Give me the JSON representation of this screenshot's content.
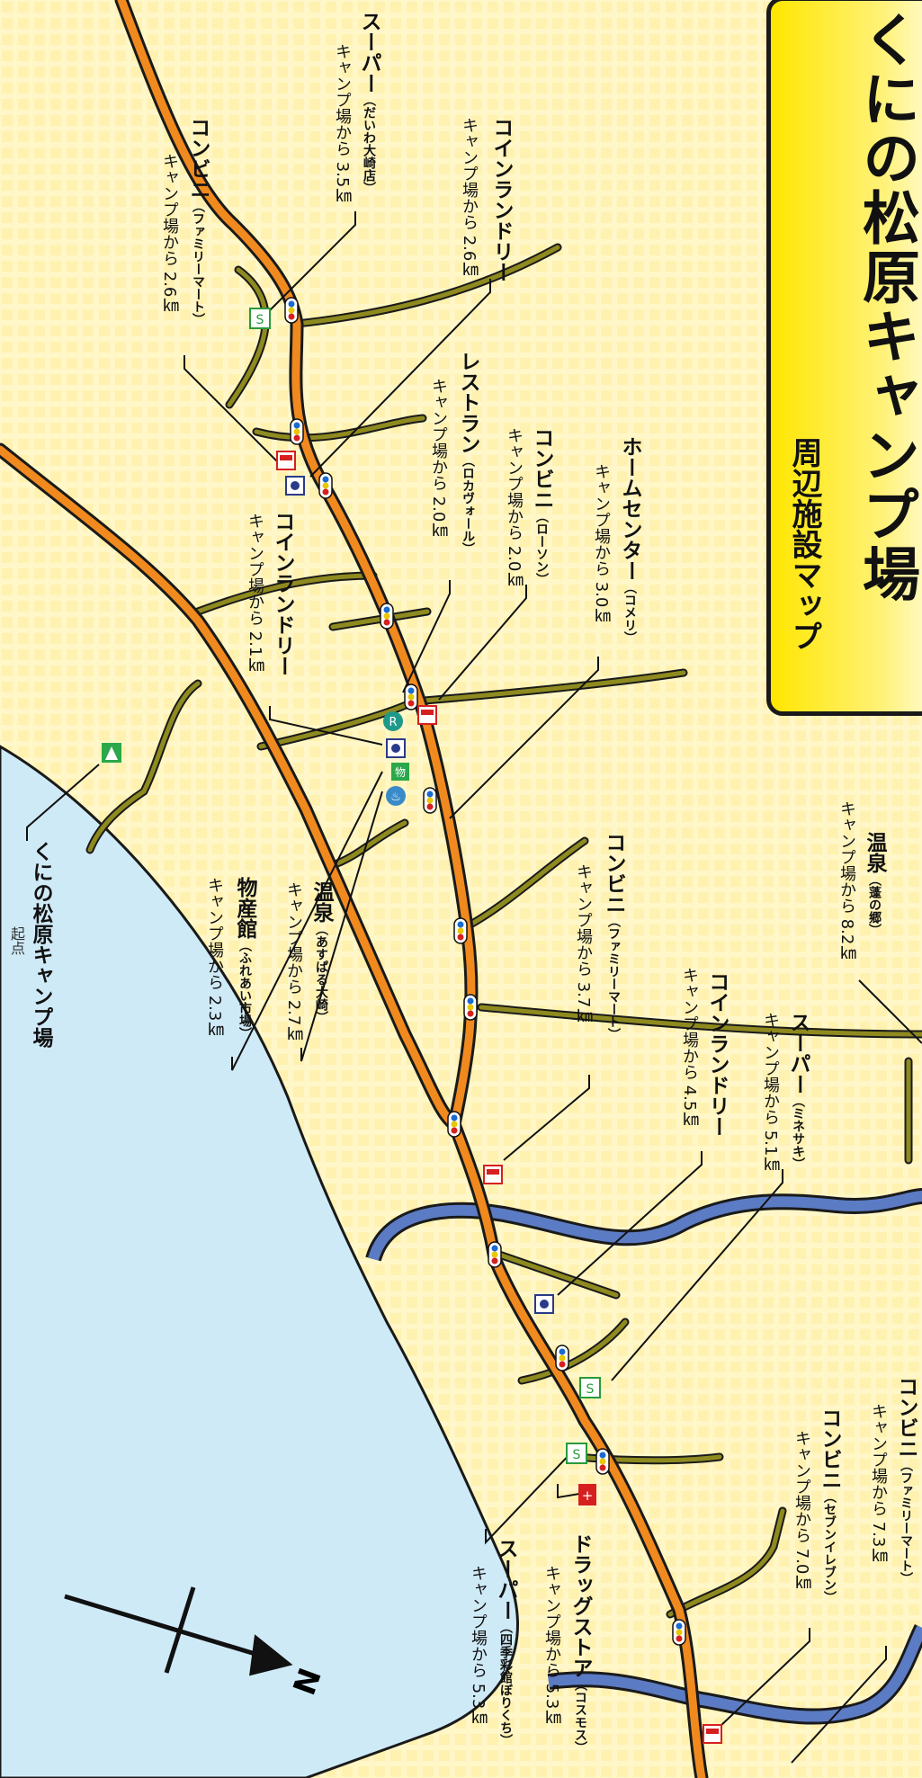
{
  "title": "くにの松原キャンプ場",
  "subtitle": "周辺施設マップ",
  "north_label": "N",
  "start": {
    "name": "くにの松原キャンプ場",
    "sub": "起点"
  },
  "facilities": [
    {
      "name": "スーパー",
      "sub": "（だいわ大崎店）",
      "dist": "キャンプ場から 3.5㎞"
    },
    {
      "name": "コンビニ",
      "sub": "（ファミリーマート）",
      "dist": "キャンプ場から 2.6㎞"
    },
    {
      "name": "コインランドリー",
      "sub": "",
      "dist": "キャンプ場から 2.6㎞"
    },
    {
      "name": "レストラン",
      "sub": "（ロカヴォール）",
      "dist": "キャンプ場から 2.0㎞"
    },
    {
      "name": "コンビニ",
      "sub": "（ローソン）",
      "dist": "キャンプ場から 2.0㎞"
    },
    {
      "name": "ホームセンター",
      "sub": "（コメリ）",
      "dist": "キャンプ場から 3.0㎞"
    },
    {
      "name": "コインランドリー",
      "sub": "",
      "dist": "キャンプ場から 2.1㎞"
    },
    {
      "name": "温泉",
      "sub": "（あすぱる大崎）",
      "dist": "キャンプ場から 2.7㎞"
    },
    {
      "name": "物産館",
      "sub": "（ふれあい市場）",
      "dist": "キャンプ場から 2.3㎞"
    },
    {
      "name": "温泉",
      "sub": "（蓬の郷）",
      "dist": "キャンプ場から 8.2㎞"
    },
    {
      "name": "コンビニ",
      "sub": "（ファミリーマート）",
      "dist": "キャンプ場から 3.7㎞"
    },
    {
      "name": "コインランドリー",
      "sub": "",
      "dist": "キャンプ場から 4.5㎞"
    },
    {
      "name": "スーパー",
      "sub": "（ミネサキ）",
      "dist": "キャンプ場から 5.1㎞"
    },
    {
      "name": "コンビニ",
      "sub": "（ファミリーマート）",
      "dist": "キャンプ場から 7.3㎞"
    },
    {
      "name": "コンビニ",
      "sub": "（セブンイレブン）",
      "dist": "キャンプ場から 7.0㎞"
    },
    {
      "name": "ドラッグストア",
      "sub": "（コスモス）",
      "dist": "キャンプ場から 5.3㎞"
    },
    {
      "name": "スーパー",
      "sub": "（四季彩館ぼりくち）",
      "dist": "キャンプ場から 5.3㎞"
    }
  ],
  "icons": [
    "convenience-store-icon",
    "coin-laundry-icon",
    "restaurant-icon",
    "onsen-icon",
    "local-products-icon",
    "supermarket-icon",
    "drugstore-icon",
    "campground-icon",
    "traffic-signal-icon"
  ],
  "colors": {
    "land": "#fff7c8",
    "sea": "#cfeaf7",
    "river": "#5b7bc4",
    "main_road": "#f08a1e",
    "local_road": "#8e8a1f",
    "title_bg": "#ffe600"
  }
}
